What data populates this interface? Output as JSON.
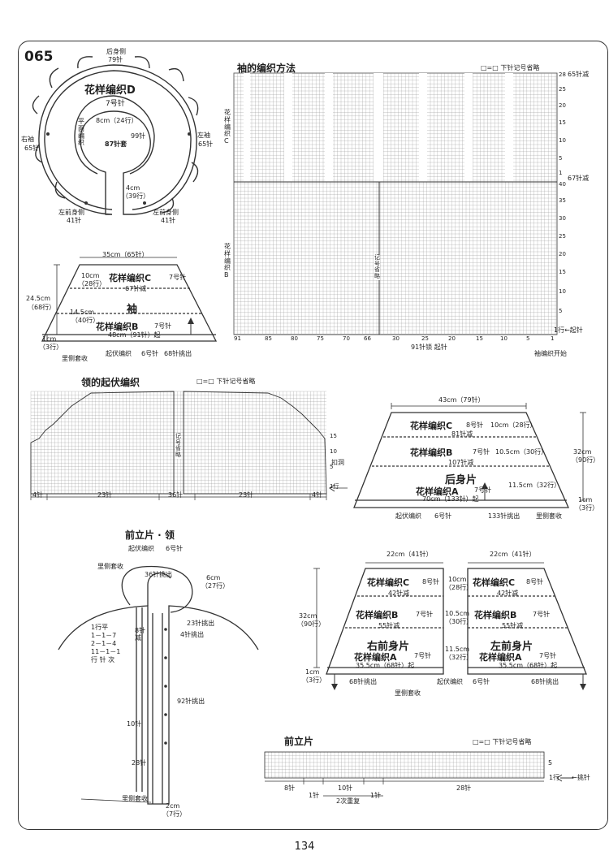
{
  "pattern_number": "065",
  "page_number": "134",
  "yoke": {
    "back_label": "后身侧",
    "back_sts": "79针",
    "title": "花样编织D",
    "needle": "7号针",
    "flat_knit": "平\n面\n编\n织",
    "inner_cm": "8cm（24行）",
    "inner_sts": "87针套",
    "rows99": "99针",
    "right_sleeve": "右袖",
    "right_sleeve_sts": "65针",
    "left_sleeve": "左袖",
    "left_sleeve_sts": "65针",
    "opening": "4cm",
    "opening_rows": "（39行）",
    "right_front": "左前身侧",
    "right_front_sts": "41针",
    "left_front": "左前身侧",
    "left_front_sts": "41针"
  },
  "sleeve_chart": {
    "title": "袖的编织方法",
    "legend": "□=□ 下针记号省略",
    "pattern_c": "花\n样\n编\n织\nC",
    "pattern_b": "花\n样\n编\n织\nB",
    "symbol_omit": "记\n号\n省\n略",
    "dec65": "65针减",
    "dec67": "67针减",
    "row_ticks": [
      "28",
      "25",
      "20",
      "15",
      "10",
      "5",
      "1",
      "40",
      "35",
      "30",
      "25",
      "20",
      "15",
      "10",
      "5"
    ],
    "col_ticks": [
      "91",
      "85",
      "80",
      "75",
      "70",
      "66",
      "30",
      "25",
      "20",
      "15",
      "10",
      "5",
      "1"
    ],
    "start_sts": "91针锁 起针",
    "cast_on": "1行←起针",
    "start_knit": "袖编织开始"
  },
  "sleeve": {
    "width_top": "35cm（65针）",
    "pattern_c": "花样编织C",
    "needle7": "7号针",
    "c_height": "10cm",
    "c_rows": "（28行）",
    "dec": "67针减",
    "name": "袖",
    "pattern_b": "花样编织B",
    "b_height": "14.5cm",
    "b_rows": "（40行）",
    "start": "48cm（91针）起",
    "total_h": "24.5cm",
    "total_rows": "（68行）",
    "rib_h": "1cm",
    "rib_rows": "（3行）",
    "inside_bind": "里侧套收",
    "rib": "起伏编织",
    "needle6": "6号针",
    "pickup": "68针挑出"
  },
  "collar": {
    "title": "领的起伏编织",
    "legend": "□=□ 下针记号省略",
    "symbol_omit": "记\n号\n省\n略",
    "buttonhole": "扣洞",
    "row_ticks": [
      "15",
      "10",
      "5",
      "1行"
    ],
    "counts": [
      "4针",
      "23针",
      "36针",
      "23针",
      "4针"
    ]
  },
  "back": {
    "width_top": "43cm（79针）",
    "pattern_c": "花样编织C",
    "needle8": "8号针",
    "c_height": "10cm（28行）",
    "dec81": "81针减",
    "pattern_b": "花样编织B",
    "needle7": "7号针",
    "b_height": "10.5cm（30行）",
    "dec107": "107针减",
    "name": "后身片",
    "pattern_a": "花样编织A",
    "needle7b": "7号针",
    "a_height": "11.5cm（32行）",
    "start": "70cm（133针）起",
    "total_h": "32cm",
    "total_rows": "（90行）",
    "rib_h": "1cm",
    "rib_rows": "（3行）",
    "rib": "起伏编织",
    "needle6": "6号针",
    "pickup": "133针挑出",
    "inside_bind": "里侧套收"
  },
  "front_band_collar": {
    "title": "前立片 · 领",
    "rib": "起伏编织",
    "needle6": "6号针",
    "inside_bind": "里侧套收",
    "pickup36": "36针挑出",
    "collar_h": "6cm",
    "collar_rows": "（27行）",
    "pickup23": "23针挑出",
    "pickup4": "4针挑出",
    "dec8": "8针\n减",
    "dec_table": "1行平\n1－1－7\n2－1－4\n11－1－1\n行 针 次",
    "pickup92": "92针挑出",
    "sts10": "10针",
    "sts28": "28针",
    "bottom_bind": "里侧套收",
    "bottom_h": "2cm",
    "bottom_rows": "（7行）"
  },
  "fronts": {
    "right": {
      "width": "22cm（41针）",
      "pattern_c": "花样编织C",
      "needle8": "8号针",
      "dec42": "42针减",
      "pattern_b": "花样编织B",
      "needle7": "7号针",
      "dec55": "55针减",
      "name": "右前身片",
      "pattern_a": "花样编织A",
      "needle7b": "7号针",
      "start": "35.5cm（68针）起",
      "pickup": "68针挑出"
    },
    "left": {
      "width": "22cm（41针）",
      "pattern_c": "花样编织C",
      "needle8": "8号针",
      "dec42": "42针减",
      "pattern_b": "花样编织B",
      "needle7": "7号针",
      "dec55": "55针减",
      "name": "左前身片",
      "pattern_a": "花样编织A",
      "needle7b": "7号针",
      "start": "35.5cm（68针）起",
      "pickup": "68针挑出"
    },
    "c_h": "10cm",
    "c_rows": "（28行）",
    "b_h": "10.5cm",
    "b_rows": "（30行）",
    "a_h": "11.5cm",
    "a_rows": "（32行）",
    "total_h": "32cm",
    "total_rows": "（90行）",
    "rib_h": "1cm",
    "rib_rows": "（3行）",
    "inside_bind": "里侧套收",
    "rib": "起伏编织",
    "needle6": "6号针"
  },
  "band": {
    "title": "前立片",
    "legend": "□=□ 下针记号省略",
    "row_ticks": [
      "5",
      "1行"
    ],
    "pickup": "←挑针",
    "counts": [
      "8针",
      "1针",
      "10针",
      "1针",
      "28针"
    ],
    "repeat": "2次重复"
  }
}
